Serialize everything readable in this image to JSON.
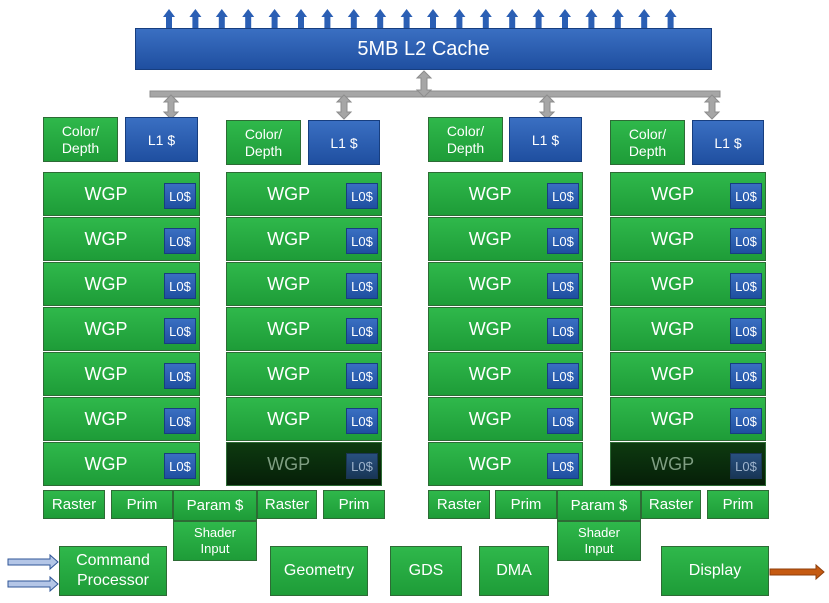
{
  "l2_cache": "5MB L2 Cache",
  "color_depth": "Color/ Depth",
  "l1_cache": "L1 $",
  "wgp": "WGP",
  "l0_cache": "L0$",
  "raster": "Raster",
  "prim": "Prim",
  "param_cache": "Param $",
  "shader_input": "Shader Input",
  "command_processor": "Command Processor",
  "geometry": "Geometry",
  "gds": "GDS",
  "dma": "DMA",
  "display": "Display",
  "colors": {
    "green": "#22a63e",
    "blue": "#2a5cb0",
    "dark_green": "#0a2c0d",
    "arrow_gray": "#a6a6a6",
    "arrow_blue": "#2b5fb4",
    "input_arrow": "#b4c6e7",
    "output_arrow": "#c55a11"
  },
  "disabled_wgps": [
    "column-2-row-7",
    "column-4-row-7"
  ]
}
